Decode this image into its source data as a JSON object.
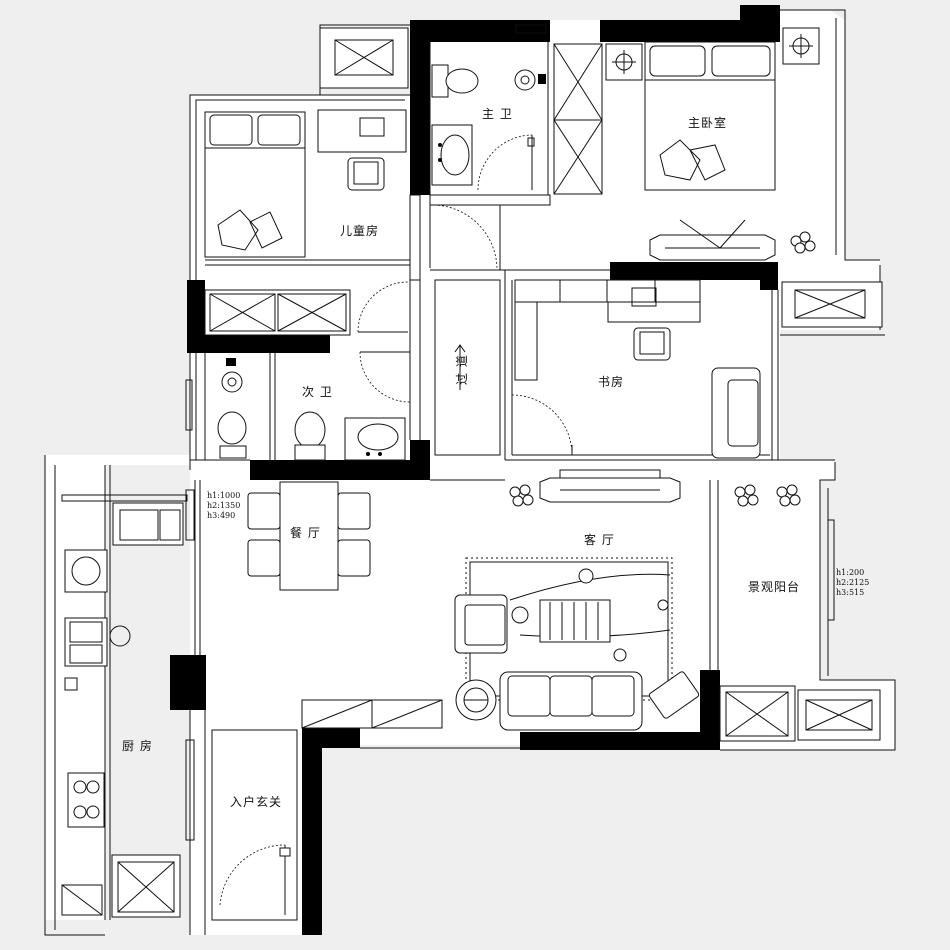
{
  "rooms": {
    "master_bath": "主 卫",
    "master_bedroom": "主卧室",
    "kids_room": "儿童房",
    "second_bath": "次 卫",
    "study": "书房",
    "hallway": "过 道",
    "dining": "餐 厅",
    "living": "客 厅",
    "balcony": "景观阳台",
    "kitchen": "厨 房",
    "entrance": "入户玄关"
  },
  "dimensions": {
    "dining_h1": "h1:1000",
    "dining_h2": "h2:1350",
    "dining_h3": "h3:490",
    "balcony_h1": "h1:200",
    "balcony_h2": "h2:2125",
    "balcony_h3": "h3:515"
  }
}
